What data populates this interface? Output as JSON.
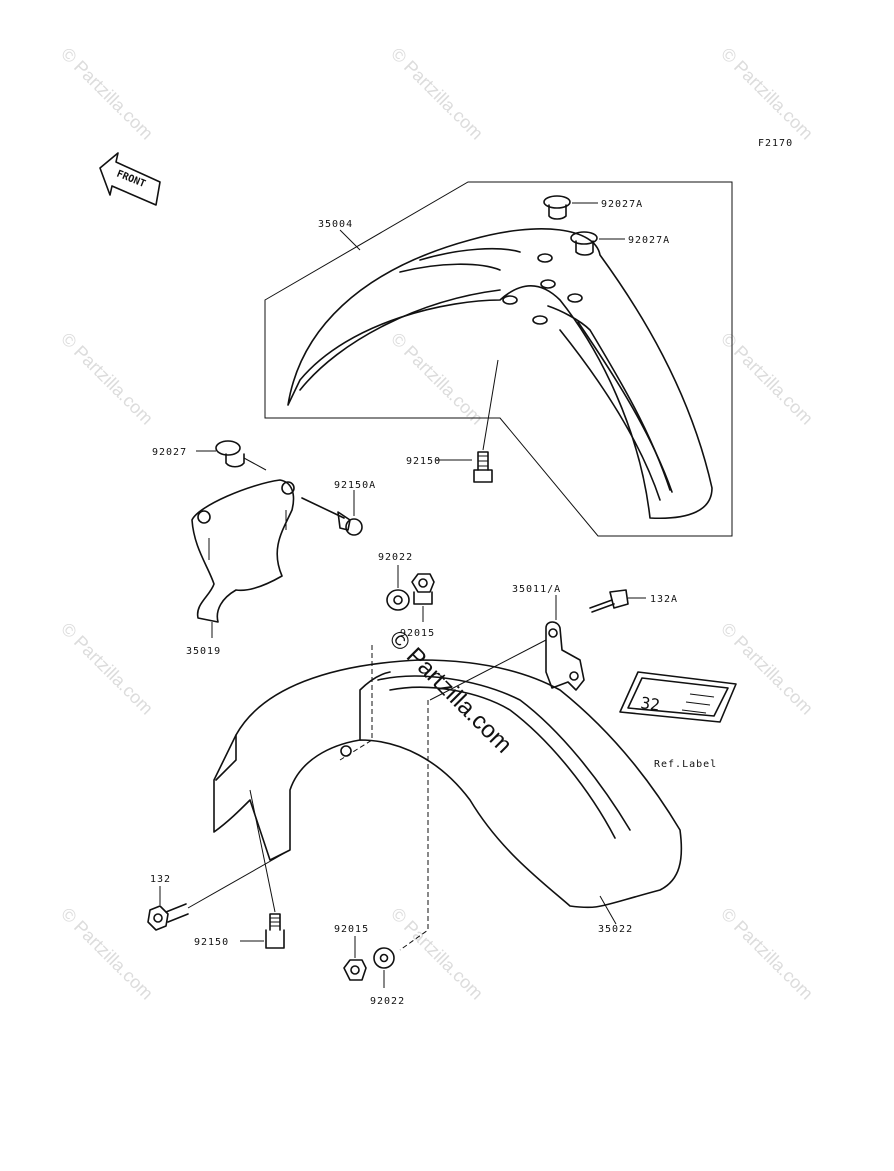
{
  "figure_code": "F2170",
  "front_arrow_label": "FRONT",
  "watermark": "© Partzilla.com",
  "parts": {
    "p35004": "35004",
    "p92027a_1": "92027A",
    "p92027a_2": "92027A",
    "p92027": "92027",
    "p92150": "92150",
    "p92150a": "92150A",
    "p92022_top": "92022",
    "p92015_top": "92015",
    "p35011a": "35011/A",
    "p132a": "132A",
    "p35019": "35019",
    "p132": "132",
    "p92150_bottom": "92150",
    "p92015_bottom": "92015",
    "p92022_bottom": "92022",
    "p35022": "35022"
  },
  "ref_label": {
    "caption": "Ref.Label",
    "text": "32"
  }
}
